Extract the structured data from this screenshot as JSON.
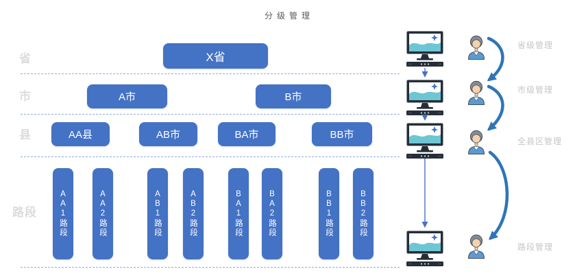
{
  "title": "分级管理",
  "hierarchy": {
    "row_labels": [
      "省",
      "市",
      "县",
      "路段"
    ],
    "province_boxes": [
      "X省"
    ],
    "city_boxes": [
      "A市",
      "B市"
    ],
    "county_boxes": [
      "AA县",
      "AB市",
      "BA市",
      "BB市"
    ],
    "section_boxes": [
      "AA1路段",
      "AA2路段",
      "AB1路段",
      "AB2路段",
      "BA1路段",
      "BA2路段",
      "BB1路段",
      "BB2路段"
    ]
  },
  "right_panel": {
    "level_labels": [
      "省级管理",
      "市级管理",
      "全县区管理",
      "路段管理"
    ],
    "icons": [
      "monitor-icon",
      "person-icon",
      "arrow-down-icon",
      "curved-arrow-icon"
    ]
  },
  "colors": {
    "box_blue": "#4472C4",
    "flow_arrow_blue": "#4472C4",
    "handover_arrow_blue": "#2E75B6",
    "separator_dashed_blue": "#8FAADC",
    "row_label_gray": "#DCDCDC",
    "level_label_gray": "#C6C6C6",
    "title_gray": "#595959",
    "screen_teal": "#6EC6D4"
  }
}
